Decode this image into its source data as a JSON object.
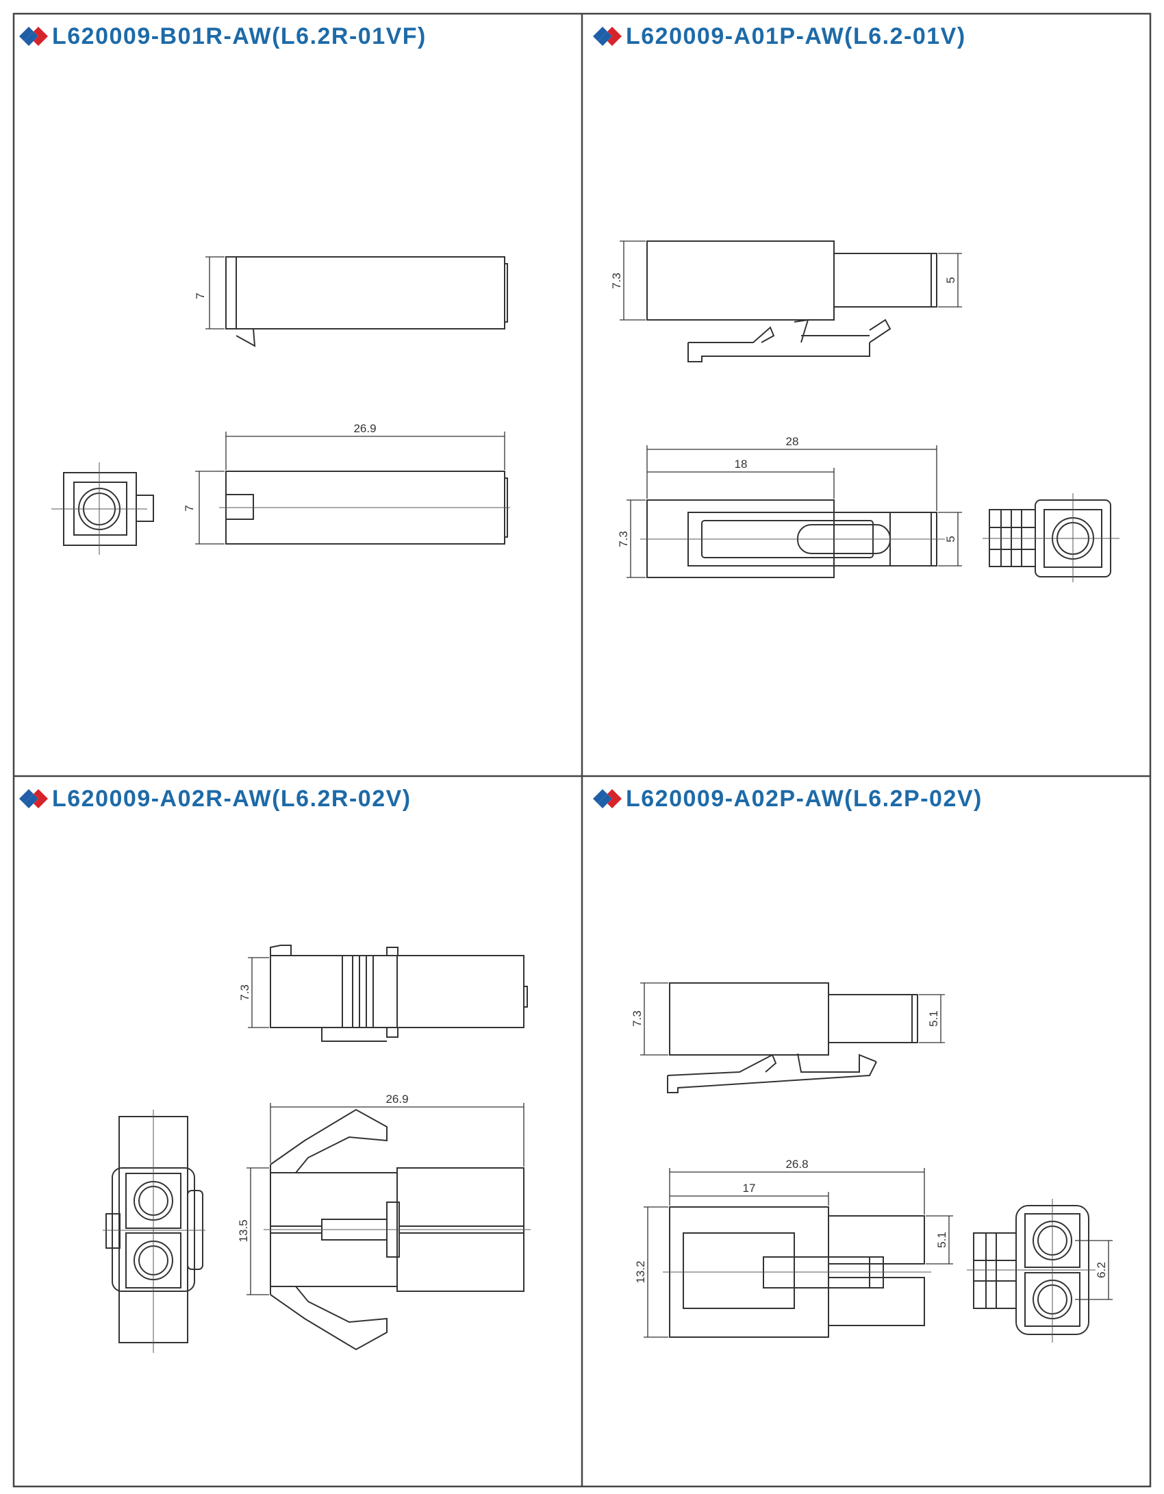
{
  "colors": {
    "title": "#1d6aa8",
    "logo_blue": "#1f5fa8",
    "logo_red": "#d6242b",
    "frame": "#444444",
    "lines": "#333333"
  },
  "panels": [
    {
      "title": "L620009-B01R-AW(L6.2R-01VF)",
      "dims": {
        "side_height": "7",
        "front_height": "7",
        "length": "26.9"
      }
    },
    {
      "title": "L620009-A01P-AW(L6.2-01V)",
      "dims": {
        "side_height": "7.3",
        "side_pin": "5",
        "length": "28",
        "body_length": "18",
        "front_height": "7.3",
        "front_pin": "5"
      }
    },
    {
      "title": "L620009-A02R-AW(L6.2R-02V)",
      "dims": {
        "side_height": "7.3",
        "length": "26.9",
        "front_height": "13.5"
      }
    },
    {
      "title": "L620009-A02P-AW(L6.2P-02V)",
      "dims": {
        "side_height": "7.3",
        "side_pin": "5.1",
        "length": "26.8",
        "body_length": "17",
        "front_height": "13.2",
        "front_pin": "5.1",
        "pitch": "6.2"
      }
    }
  ]
}
